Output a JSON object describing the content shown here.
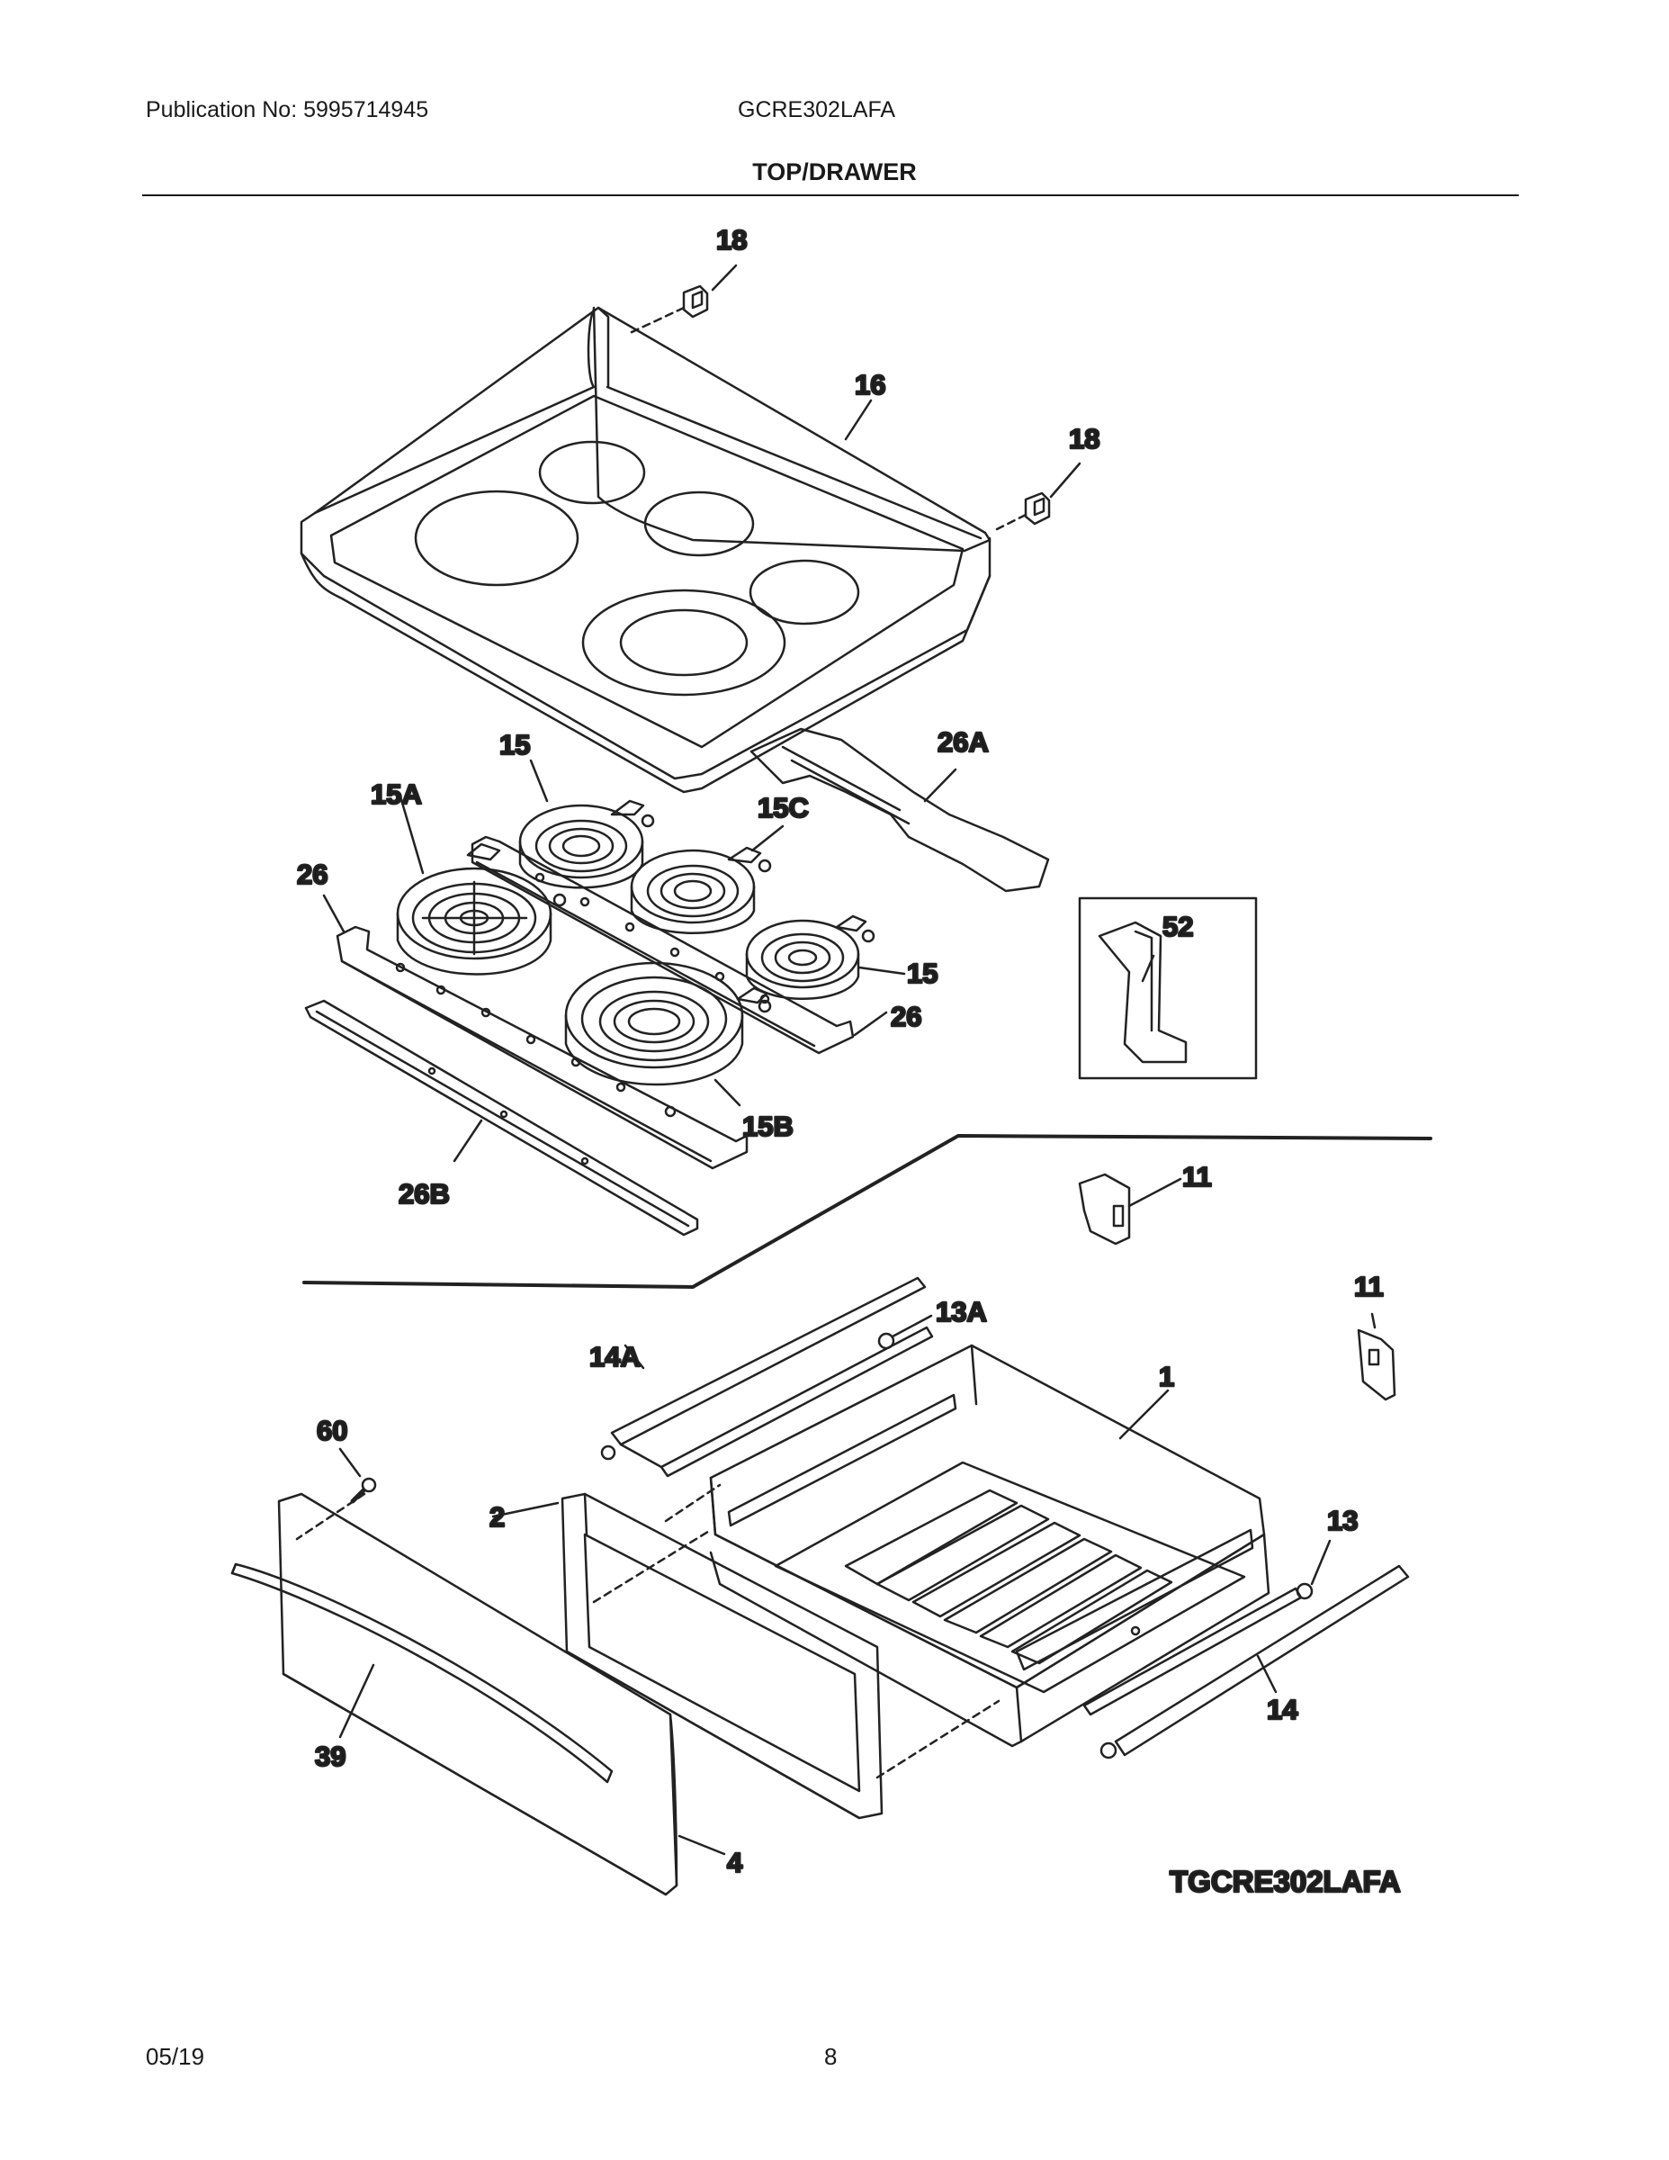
{
  "header": {
    "publication": "Publication No: 5995714945",
    "model": "GCRE302LAFA",
    "section_title": "TOP/DRAWER"
  },
  "diagram": {
    "reference_code": "TGCRE302LAFA",
    "callouts": [
      {
        "id": "c18a",
        "text": "18"
      },
      {
        "id": "c16",
        "text": "16"
      },
      {
        "id": "c18b",
        "text": "18"
      },
      {
        "id": "c15a1",
        "text": "15"
      },
      {
        "id": "c26A",
        "text": "26A"
      },
      {
        "id": "c15A",
        "text": "15A"
      },
      {
        "id": "c15C",
        "text": "15C"
      },
      {
        "id": "c26a1",
        "text": "26"
      },
      {
        "id": "c52",
        "text": "52"
      },
      {
        "id": "c15b1",
        "text": "15"
      },
      {
        "id": "c26b1",
        "text": "26"
      },
      {
        "id": "c15B",
        "text": "15B"
      },
      {
        "id": "c26B",
        "text": "26B"
      },
      {
        "id": "c11a",
        "text": "11"
      },
      {
        "id": "c11b",
        "text": "11"
      },
      {
        "id": "c13A",
        "text": "13A"
      },
      {
        "id": "c14A",
        "text": "14A"
      },
      {
        "id": "c1",
        "text": "1"
      },
      {
        "id": "c60",
        "text": "60"
      },
      {
        "id": "c2",
        "text": "2"
      },
      {
        "id": "c13",
        "text": "13"
      },
      {
        "id": "c14",
        "text": "14"
      },
      {
        "id": "c39",
        "text": "39"
      },
      {
        "id": "c4",
        "text": "4"
      }
    ]
  },
  "footer": {
    "date": "05/19",
    "page_number": "8"
  }
}
